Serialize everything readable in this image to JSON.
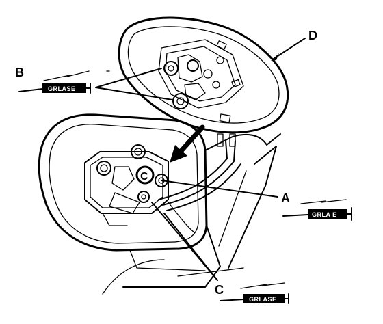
{
  "figure": {
    "callouts": {
      "a": "A",
      "b": "B",
      "c": "C",
      "d": "D",
      "center_c": "C"
    },
    "grease_tubes": {
      "b": "GRLASE",
      "a": "GRLA E",
      "c": "GRLASE"
    }
  },
  "colors": {
    "ink": "#000000",
    "paper": "#ffffff"
  },
  "icons": [
    "grease-tube-icon",
    "pointer-arrow-icon",
    "pivot-ball-icon"
  ]
}
